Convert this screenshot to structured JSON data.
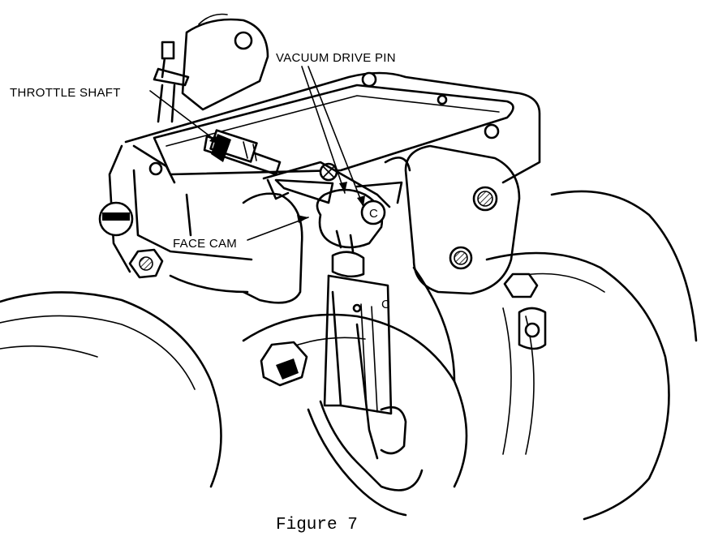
{
  "figure": {
    "caption": "Figure 7",
    "labels": {
      "throttle_shaft": "THROTTLE SHAFT",
      "vacuum_drive_pin": "VACUUM DRIVE PIN",
      "face_cam": "FACE CAM"
    }
  }
}
